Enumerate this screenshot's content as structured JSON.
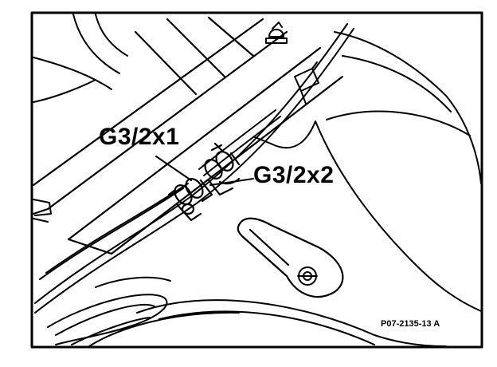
{
  "callouts": {
    "connector_1": "G3/2x1",
    "connector_2": "G3/2x2"
  },
  "figure_code": "P07-2135-13 A",
  "colors": {
    "ink": "#000000",
    "paper": "#ffffff"
  }
}
